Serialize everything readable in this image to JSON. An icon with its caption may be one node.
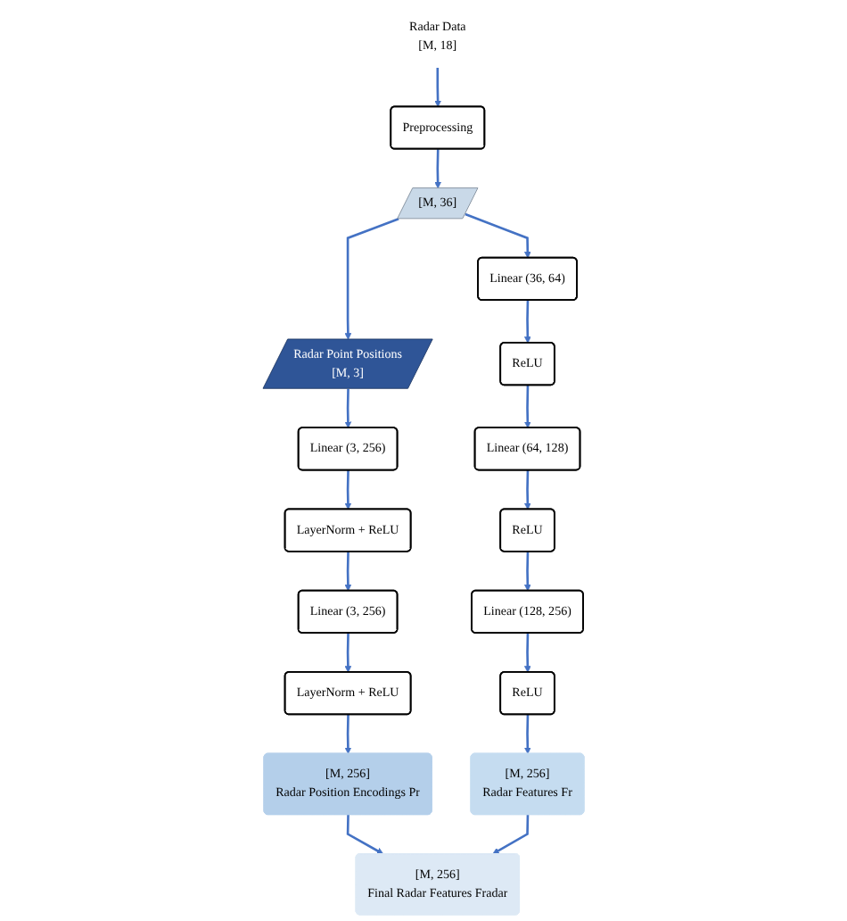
{
  "diagram": {
    "nodes": [
      {
        "text": [
          "Radar Data",
          "[M, 18]"
        ]
      },
      {
        "text": [
          "Preprocessing"
        ]
      },
      {
        "text": [
          "[M, 36]"
        ]
      },
      {
        "text": [
          "Radar Point Positions",
          "[M, 3]"
        ]
      },
      {
        "text": [
          "Linear (3, 256)"
        ]
      },
      {
        "text": [
          "LayerNorm + ReLU"
        ]
      },
      {
        "text": [
          "Linear (3, 256)"
        ]
      },
      {
        "text": [
          "LayerNorm + ReLU"
        ]
      },
      {
        "text": [
          "Linear (36, 64)"
        ]
      },
      {
        "text": [
          "ReLU"
        ]
      },
      {
        "text": [
          "Linear (64, 128)"
        ]
      },
      {
        "text": [
          "ReLU"
        ]
      },
      {
        "text": [
          "Linear (128, 256)"
        ]
      },
      {
        "text": [
          "ReLU"
        ]
      },
      {
        "text": [
          "[M, 256]",
          "Radar Position Encodings Pr"
        ]
      },
      {
        "text": [
          "[M, 256]",
          "Radar Features Fr"
        ]
      },
      {
        "text": [
          "[M, 256]",
          "Final Radar Features Fradar"
        ]
      }
    ],
    "edges": [
      {
        "from": 0,
        "to": 1,
        "arrow": "to"
      },
      {
        "from": 1,
        "to": 2,
        "arrow": "to"
      },
      {
        "from": 2,
        "to": 3,
        "arrow": "to"
      },
      {
        "from": 2,
        "to": 8,
        "arrow": "to"
      },
      {
        "from": 3,
        "to": 4,
        "arrow": "to"
      },
      {
        "from": 4,
        "to": 5,
        "arrow": "to"
      },
      {
        "from": 5,
        "to": 6,
        "arrow": "to"
      },
      {
        "from": 6,
        "to": 7,
        "arrow": "to"
      },
      {
        "from": 7,
        "to": 14,
        "arrow": "to"
      },
      {
        "from": 8,
        "to": 9,
        "arrow": "to"
      },
      {
        "from": 9,
        "to": 10,
        "arrow": "to"
      },
      {
        "from": 10,
        "to": 11,
        "arrow": "to"
      },
      {
        "from": 11,
        "to": 12,
        "arrow": "to"
      },
      {
        "from": 12,
        "to": 13,
        "arrow": "to"
      },
      {
        "from": 13,
        "to": 15,
        "arrow": "to"
      },
      {
        "from": 14,
        "to": 16,
        "arrow": "to"
      },
      {
        "from": 15,
        "to": 16,
        "arrow": "to"
      }
    ]
  }
}
